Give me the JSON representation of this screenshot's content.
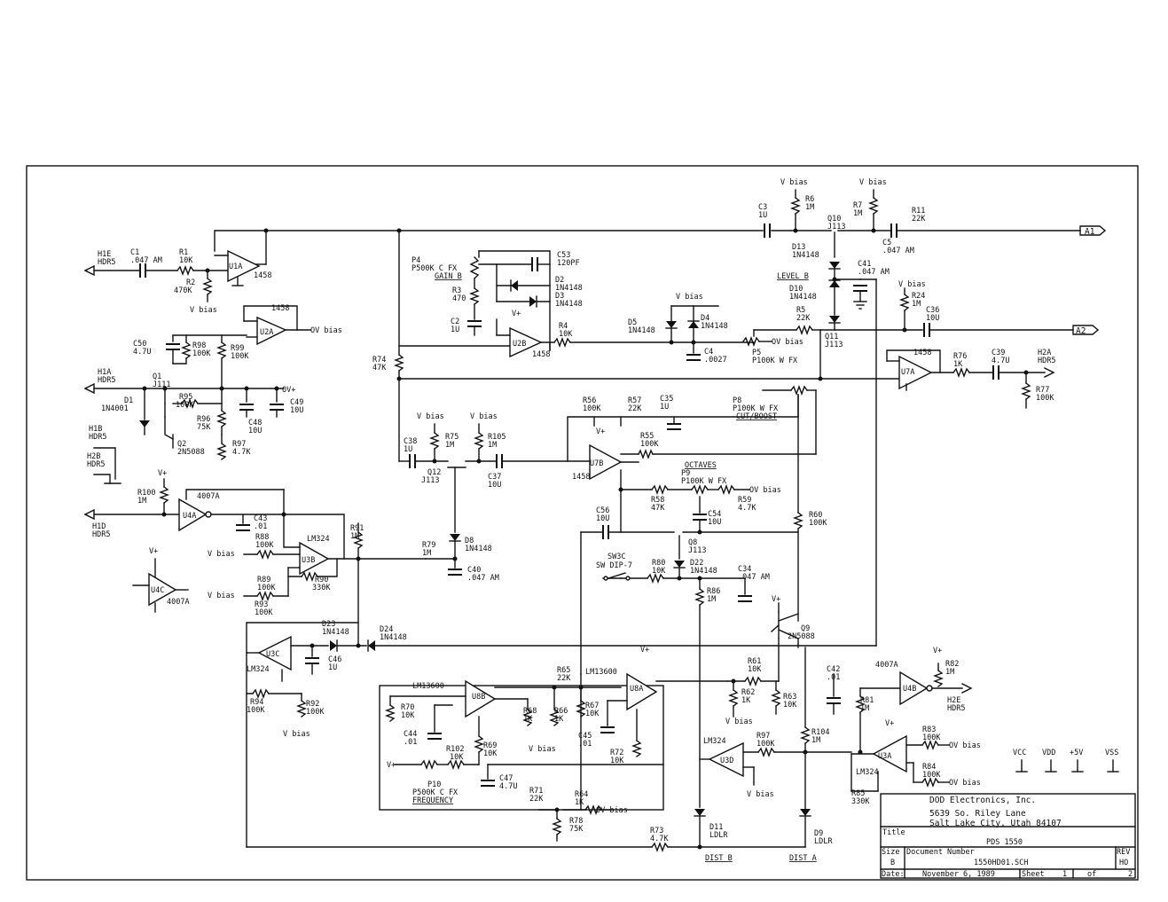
{
  "title_block": {
    "company_line1": "DOD Electronics, Inc.",
    "company_line2": "5639 So. Riley Lane",
    "company_line3": "Salt Lake City, Utah  84107",
    "title_label": "Title",
    "title_value": "PDS 1550",
    "size_label": "Size",
    "size_value": "B",
    "docnum_label": "Document Number",
    "docnum_value": "1550HD01.SCH",
    "rev_label": "REV",
    "rev_value": "HO",
    "date_label": "Date:",
    "date_value": "November  6, 1989",
    "sheet_label": "Sheet",
    "sheet_value": "1",
    "of_label": "of",
    "of_value": "2"
  },
  "connectors": {
    "a1": "A1",
    "a2": "A2",
    "h1e": [
      "H1E",
      "HDR5"
    ],
    "h1a": [
      "H1A",
      "HDR5"
    ],
    "h1b": [
      "H1B",
      "HDR5"
    ],
    "h2b": [
      "H2B",
      "HDR5"
    ],
    "h1d": [
      "H1D",
      "HDR5"
    ],
    "h2a": [
      "H2A",
      "HDR5"
    ],
    "h2e": [
      "H2E",
      "HDR5"
    ]
  },
  "sections": {
    "gain_b": "GAIN B",
    "level_b": "LEVEL B",
    "cut_boost": "CUT/BOOST",
    "octaves": "OCTAVES",
    "frequency": "FREQUENCY",
    "dist_b": "DIST B",
    "dist_a": "DIST A"
  },
  "power": [
    "VCC",
    "VDD",
    "+5V",
    "VSS"
  ],
  "components": {
    "C1": [
      "C1",
      ".047 AM"
    ],
    "R1": [
      "R1",
      "10K"
    ],
    "R2": [
      "R2",
      "470K"
    ],
    "U1A": [
      "U1A",
      "1458"
    ],
    "U2A": [
      "U2A",
      "1458"
    ],
    "C50": [
      "C50",
      "4.7U"
    ],
    "R98": [
      "R98",
      "100K"
    ],
    "R99": [
      "R99",
      "100K"
    ],
    "Q1": [
      "Q1",
      "J111"
    ],
    "D1": [
      "D1",
      "1N4001"
    ],
    "R95": [
      "R95",
      "100K"
    ],
    "R96": [
      "R96",
      "75K"
    ],
    "C48": [
      "C48",
      "10U"
    ],
    "C49": [
      "C49",
      "10U"
    ],
    "R97": [
      "R97",
      "4.7K"
    ],
    "Q2": [
      "Q2",
      "2N5088"
    ],
    "R100": [
      "R100",
      "1M"
    ],
    "U4A": [
      "U4A",
      "4007A"
    ],
    "C43": [
      "C43",
      ".01"
    ],
    "R88": [
      "R88",
      "100K"
    ],
    "U3B": [
      "U3B",
      "LM324"
    ],
    "R91": [
      "R91",
      "1M"
    ],
    "R89": [
      "R89",
      "100K"
    ],
    "R90": [
      "R90",
      "330K"
    ],
    "R93": [
      "R93",
      "100K"
    ],
    "U4C": [
      "U4C",
      "4007A"
    ],
    "P4": [
      "P4",
      "P500K C FX"
    ],
    "C53": [
      "C53",
      "120PF"
    ],
    "R3": [
      "R3",
      "470"
    ],
    "D2": [
      "D2",
      "1N4148"
    ],
    "D3": [
      "D3",
      "1N4148"
    ],
    "C2": [
      "C2",
      "1U"
    ],
    "U2B": [
      "U2B",
      "1458"
    ],
    "R4": [
      "R4",
      "10K"
    ],
    "R74": [
      "R74",
      "47K"
    ],
    "D5": [
      "D5",
      "1N4148"
    ],
    "D4": [
      "D4",
      "1N4148"
    ],
    "C4": [
      "C4",
      ".0027"
    ],
    "C3": [
      "C3",
      "1U"
    ],
    "R6": [
      "R6",
      "1M"
    ],
    "Q10": [
      "Q10",
      "J113"
    ],
    "R7": [
      "R7",
      "1M"
    ],
    "R11": [
      "R11",
      "22K"
    ],
    "C5": [
      "C5",
      ".047 AM"
    ],
    "D13": [
      "D13",
      "1N4148"
    ],
    "C41": [
      "C41",
      ".047 AM"
    ],
    "D10": [
      "D10",
      "1N4148"
    ],
    "R5": [
      "R5",
      "22K"
    ],
    "Q11": [
      "Q11",
      "J113"
    ],
    "P5": [
      "P5",
      "P100K W FX"
    ],
    "R24": [
      "R24",
      "1M"
    ],
    "C36": [
      "C36",
      "10U"
    ],
    "U7A": [
      "U7A",
      "1458"
    ],
    "R76": [
      "R76",
      "1K"
    ],
    "C39": [
      "C39",
      "4.7U"
    ],
    "R77": [
      "R77",
      "100K"
    ],
    "C38": [
      "C38",
      "1U"
    ],
    "R75": [
      "R75",
      "1M"
    ],
    "R105": [
      "R105",
      "1M"
    ],
    "Q12": [
      "Q12",
      "J113"
    ],
    "C37": [
      "C37",
      "10U"
    ],
    "R56": [
      "R56",
      "100K"
    ],
    "R57": [
      "R57",
      "22K"
    ],
    "C35": [
      "C35",
      "1U"
    ],
    "U7B": [
      "U7B",
      "1458"
    ],
    "R55": [
      "R55",
      "100K"
    ],
    "P8": [
      "P8",
      "P100K W FX"
    ],
    "R58": [
      "R58",
      "47K"
    ],
    "P9": [
      "P9",
      "P100K W FX"
    ],
    "R59": [
      "R59",
      "4.7K"
    ],
    "C56": [
      "C56",
      "10U"
    ],
    "C54": [
      "C54",
      "10U"
    ],
    "R60": [
      "R60",
      "100K"
    ],
    "D8": [
      "D8",
      "1N4148"
    ],
    "R79": [
      "R79",
      "1M"
    ],
    "C40": [
      "C40",
      ".047 AM"
    ],
    "Q8": [
      "Q8",
      "J113"
    ],
    "SW3C": [
      "SW3C",
      "SW DIP-7"
    ],
    "R80": [
      "R80",
      "10K"
    ],
    "D22": [
      "D22",
      "1N4148"
    ],
    "C34": [
      "C34",
      ".047 AM"
    ],
    "R86": [
      "R86",
      "1M"
    ],
    "Q9": [
      "Q9",
      "2N5088"
    ],
    "U3C": [
      "U3C",
      "LM324"
    ],
    "D23": [
      "D23",
      "1N4148"
    ],
    "D24": [
      "D24",
      "1N4148"
    ],
    "C46": [
      "C46",
      "1U"
    ],
    "R94": [
      "R94",
      "100K"
    ],
    "R92": [
      "R92",
      "100K"
    ],
    "U8B": [
      "U8B",
      "LM13600"
    ],
    "U8A": [
      "U8A",
      "LM13600"
    ],
    "R70": [
      "R70",
      "10K"
    ],
    "C44": [
      "C44",
      ".01"
    ],
    "R102": [
      "R102",
      "10K"
    ],
    "R68": [
      "R68",
      "1K"
    ],
    "R66": [
      "R66",
      "1K"
    ],
    "R69": [
      "R69",
      "10K"
    ],
    "R65": [
      "R65",
      "22K"
    ],
    "R67": [
      "R67",
      "10K"
    ],
    "C45": [
      "C45",
      ".01"
    ],
    "R72": [
      "R72",
      "10K"
    ],
    "P10": [
      "P10",
      "P500K C FX"
    ],
    "C47": [
      "C47",
      "4.7U"
    ],
    "R71": [
      "R71",
      "22K"
    ],
    "R64": [
      "R64",
      "1K"
    ],
    "R78": [
      "R78",
      "75K"
    ],
    "R73": [
      "R73",
      "4.7K"
    ],
    "D11": [
      "D11",
      "LDLR"
    ],
    "D9": [
      "D9",
      "LDLR"
    ],
    "R61": [
      "R61",
      "10K"
    ],
    "R62": [
      "R62",
      "1K"
    ],
    "R63": [
      "R63",
      "10K"
    ],
    "R104": [
      "R104",
      "1M"
    ],
    "U3D": [
      "U3D",
      "LM324"
    ],
    "R97b": [
      "R97",
      "100K"
    ],
    "C42": [
      "C42",
      ".01"
    ],
    "U4B": [
      "U4B",
      "4007A"
    ],
    "R82": [
      "R82",
      "1M"
    ],
    "R81": [
      "R81",
      "1M"
    ],
    "U3A": [
      "U3A",
      "LM324"
    ],
    "R83": [
      "R83",
      "100K"
    ],
    "R84": [
      "R84",
      "100K"
    ],
    "R85": [
      "R85",
      "330K"
    ]
  },
  "nets": {
    "vbias": "V bias",
    "vplus": "V+",
    "ovbias": "OV bias",
    "ovplus": "OV+"
  }
}
